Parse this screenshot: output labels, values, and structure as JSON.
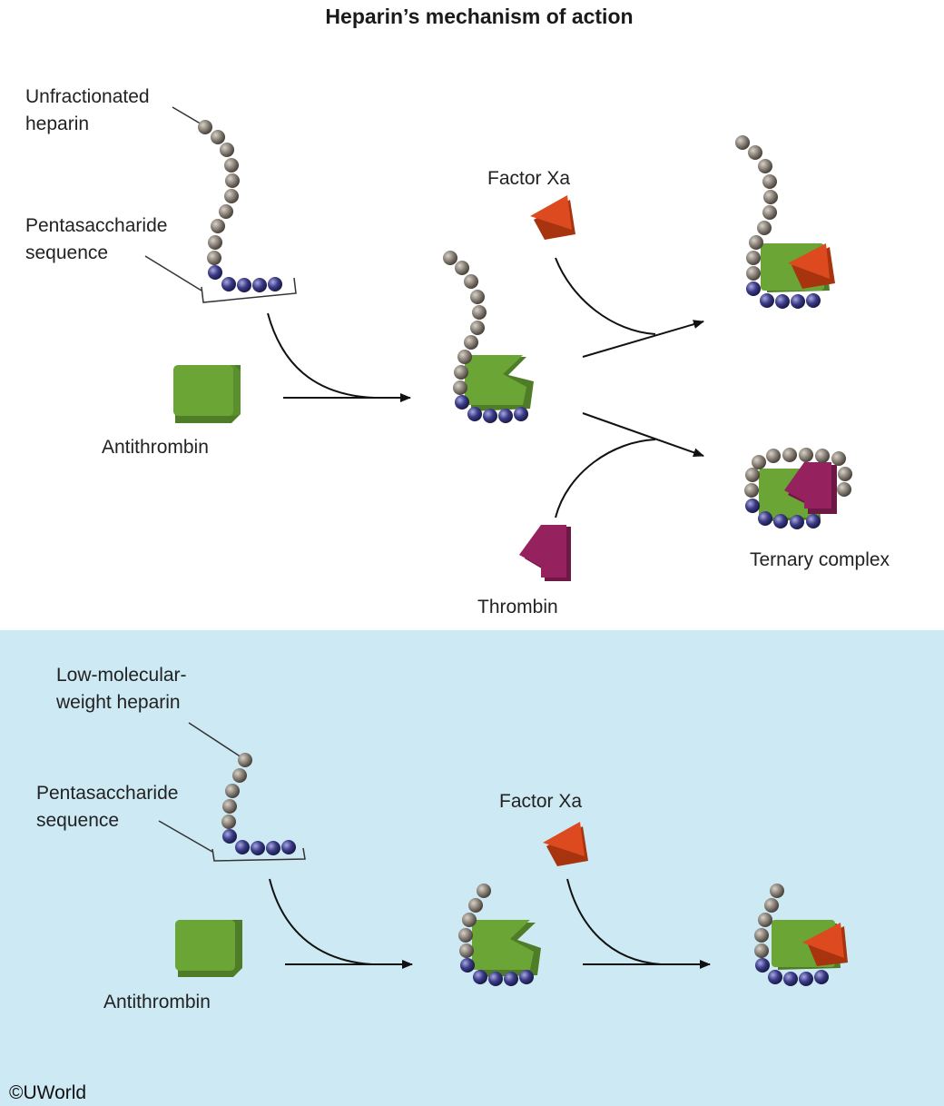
{
  "title": "Heparin’s mechanism of action",
  "colors": {
    "panel_bg": "#cde9f4",
    "antithrombin": "#6aa535",
    "factor_xa": "#dd4a1f",
    "thrombin": "#95225f",
    "heparin_bead": "#8a8278",
    "pentasaccharide_bead": "#3b3b88",
    "arrow": "#111111"
  },
  "icons": {
    "antithrombin": "green-cube-icon",
    "factor_xa": "orange-wedge-icon",
    "thrombin": "magenta-wedge-icon",
    "chain": "bead-chain-icon"
  },
  "top": {
    "heparin_label_1": "Unfractionated",
    "heparin_label_2": "heparin",
    "penta_label_1": "Pentasaccharide",
    "penta_label_2": "sequence",
    "antithrombin_label": "Antithrombin",
    "factor_xa_label": "Factor Xa",
    "thrombin_label": "Thrombin",
    "ternary_label": "Ternary complex"
  },
  "bottom": {
    "heparin_label_1": "Low-molecular-",
    "heparin_label_2": "weight heparin",
    "penta_label_1": "Pentasaccharide",
    "penta_label_2": "sequence",
    "antithrombin_label": "Antithrombin",
    "factor_xa_label": "Factor Xa"
  },
  "copyright": "©UWorld"
}
